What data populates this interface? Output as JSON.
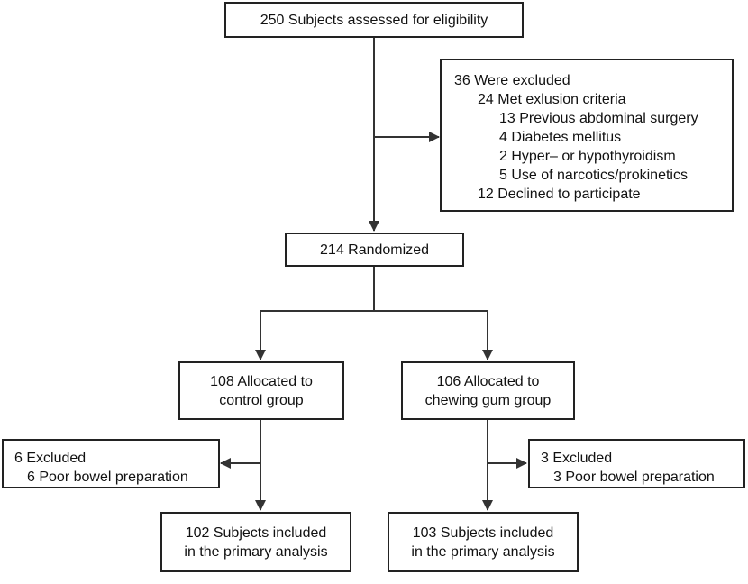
{
  "screening": {
    "text": "250 Subjects assessed for eligibility"
  },
  "exclusion": {
    "title": "36 Were excluded",
    "criteria": "24 Met exlusion criteria",
    "reasons": [
      "13 Previous abdominal surgery",
      "4 Diabetes mellitus",
      "2 Hyper– or hypothyroidism",
      "5 Use of narcotics/prokinetics"
    ],
    "declined": "12 Declined to participate"
  },
  "randomized": {
    "text": "214 Randomized"
  },
  "control": {
    "allocated": [
      "108 Allocated to",
      "control group"
    ],
    "excluded": [
      "6 Excluded",
      "6 Poor bowel preparation"
    ],
    "analysis": [
      "102 Subjects included",
      "in the primary analysis"
    ]
  },
  "gum": {
    "allocated": [
      "106 Allocated to",
      "chewing gum group"
    ],
    "excluded": [
      "3 Excluded",
      "3 Poor bowel preparation"
    ],
    "analysis": [
      "103 Subjects included",
      "in the primary analysis"
    ]
  },
  "colors": {
    "line": "#333333",
    "border": "#222222",
    "text": "#111111"
  }
}
